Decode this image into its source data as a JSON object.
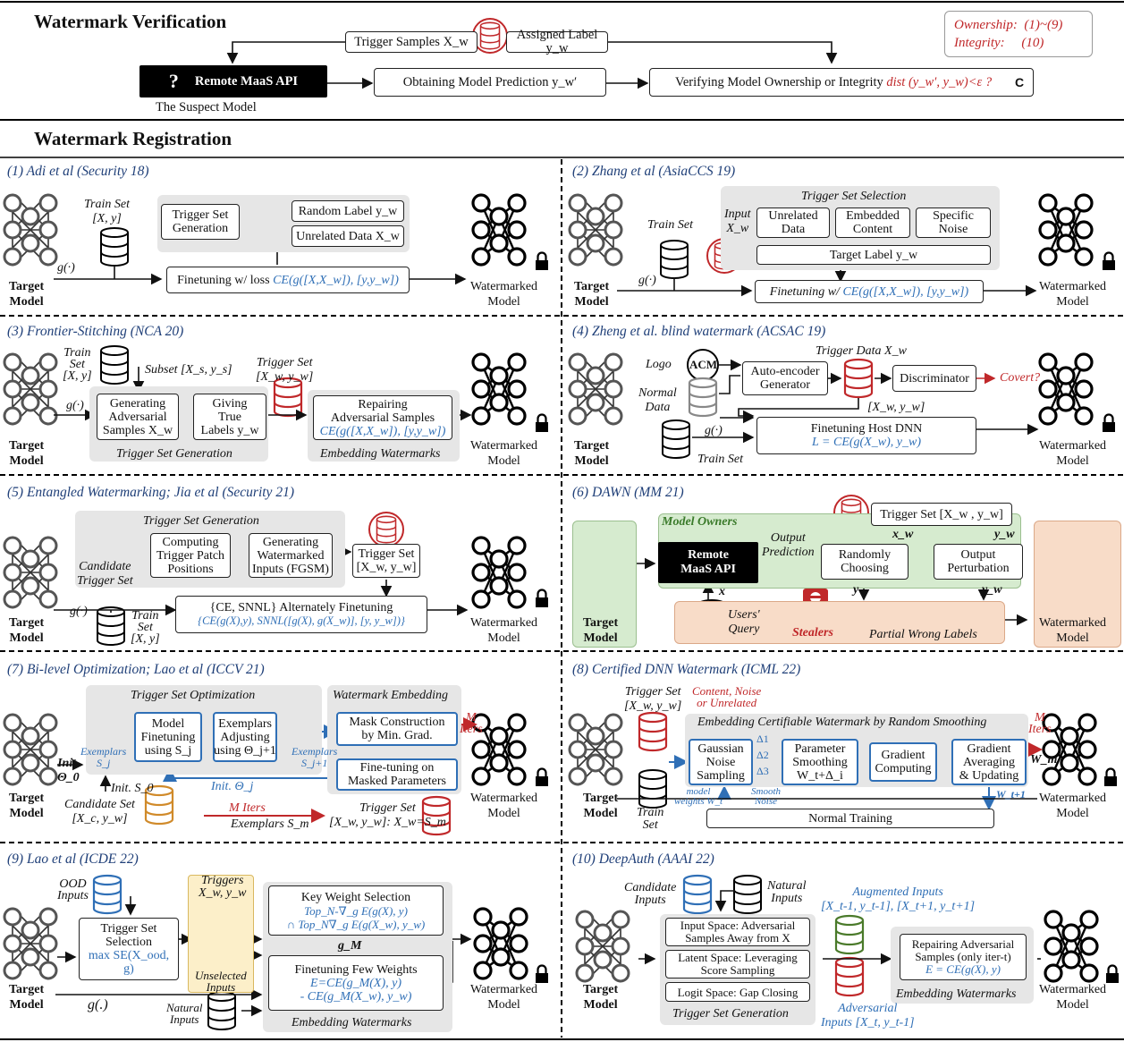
{
  "verification": {
    "title": "Watermark Verification",
    "trigger_samples": "Trigger Samples X_w",
    "assigned_label": "Assigned Label y_w",
    "remote_api": "Remote MaaS API",
    "question": "?",
    "suspect": "The Suspect Model",
    "obtaining": "Obtaining Model Prediction y_w′",
    "verifying": "Verifying Model Ownership or Integrity",
    "verifying_formula": "dist (y_w′, y_w)<ε ?",
    "c_badge": "C",
    "ownership": "Ownership:  (1)~(9)",
    "integrity": "Integrity:     (10)"
  },
  "registration_title": "Watermark Registration",
  "common": {
    "target_model": "Target\nModel",
    "watermarked_model": "Watermarked\nModel",
    "g": "g(·)"
  },
  "p1": {
    "title": "(1) Adi et al (Security 18)",
    "train_set": "Train Set\n[X, y]",
    "generation": "Trigger Set\nGeneration",
    "random_label": "Random Label y_w",
    "unrelated": "Unrelated Data X_w",
    "finetune": "Finetuning w/ loss",
    "loss": "CE(g([X,X_w]), [y,y_w])"
  },
  "p2": {
    "title": "(2) Zhang et al (AsiaCCS 19)",
    "selection": "Trigger Set Selection",
    "input": "Input\nX_w",
    "unrelated": "Unrelated\nData",
    "embedded": "Embedded\nContent",
    "noise": "Specific\nNoise",
    "target_label": "Target Label y_w",
    "train_set": "Train Set",
    "finetune": "Finetuning w/",
    "loss": "CE(g([X,X_w]), [y,y_w])"
  },
  "p3": {
    "title": "(3) Frontier-Stitching (NCA 20)",
    "train_set": "Train\nSet\n[X, y]",
    "subset": "Subset [X_s, y_s]",
    "gen_adv": "Generating\nAdversarial\nSamples X_w",
    "giving": "Giving\nTrue\nLabels y_w",
    "trigger_set": "Trigger Set\n[X_w, y_w]",
    "repairing": "Repairing\nAdversarial Samples",
    "loss": "CE(g([X,X_w]), [y,y_w])",
    "tsg": "Trigger Set Generation",
    "ew": "Embedding Watermarks"
  },
  "p4": {
    "title": "(4) Zheng et al. blind watermark (ACSAC 19)",
    "logo": "Logo",
    "acm": "ACM",
    "normal": "Normal\nData",
    "autoenc": "Auto-encoder\nGenerator",
    "trigger_data": "Trigger Data X_w",
    "discriminator": "Discriminator",
    "covert": "Covert?",
    "xy": "[X_w, y_w]",
    "finetune": "Finetuning Host DNN",
    "loss": "L = CE(g(X_w), y_w)",
    "train_set": "Train Set"
  },
  "p5": {
    "title": "(5) Entangled Watermarking; Jia et al (Security 21)",
    "tsg": "Trigger Set Generation",
    "candidate": "Candidate\nTrigger Set",
    "computing": "Computing\nTrigger Patch\nPositions",
    "generating": "Generating\nWatermarked\nInputs (FGSM)",
    "trigger_set": "Trigger Set\n[X_w, y_w]",
    "alt": "{CE, SNNL}  Alternately Finetuning",
    "loss": "{CE(g(X),y), SNNL([g(X), g(X_w)], [y, y_w])}",
    "train_set": "Train\nSet\n[X, y]"
  },
  "p6": {
    "title": "(6) DAWN (MM 21)",
    "owners": "Model Owners",
    "api": "Remote\nMaaS API",
    "output_pred": "Output\nPrediction",
    "randomly": "Randomly\nChoosing",
    "perturb": "Output\nPerturbation",
    "trigger_set": "Trigger Set [X_w , y_w]",
    "users": "Users'\nQuery",
    "stealers": "Stealers",
    "partial": "Partial Wrong Labels",
    "x": "x",
    "y": "y",
    "xw": "x_w",
    "yw": "y_w"
  },
  "p7": {
    "title": "(7) Bi-level Optimization; Lao et al (ICCV 21)",
    "tso": "Trigger Set Optimization",
    "we": "Watermark Embedding",
    "model_ft": "Model\nFinetuning\nusing S_j",
    "exemplars_adj": "Exemplars\nAdjusting\nusing Θ_j+1",
    "mask": "Mask Construction\nby Min. Grad.",
    "finetune": "Fine-tuning on\nMasked Parameters",
    "m_iters": "M\nIters",
    "exemplars_sj": "Exemplars\nS_j",
    "exemplars_sj1": "Exemplars\nS_j+1",
    "init_theta": "Init.\nΘ_0",
    "init_s": "Init. S_0",
    "init_theta_j": "Init. Θ_j",
    "candidate": "Candidate Set\n[X_c, y_w]",
    "m_iters2": "M Iters",
    "exemplars_sm": "Exemplars S_m",
    "trigger_set": "Trigger Set\n[X_w, y_w]: X_w=S_m"
  },
  "p8": {
    "title": "(8) Certified DNN Watermark (ICML 22)",
    "trigger_set": "Trigger Set\n[X_w, y_w]",
    "content": "Content, Noise\nor Unrelated",
    "embedding": "Embedding Certifiable Watermark by Random Smoothing",
    "gaussian": "Gaussian\nNoise\nSampling",
    "param": "Parameter\nSmoothing\nW_t+Δ_i",
    "gradient": "Gradient\nComputing",
    "averaging": "Gradient\nAveraging\n& Updating",
    "normal": "Normal Training",
    "train_set": "Train\nSet",
    "model_weights": "model\nweights W_t",
    "smooth": "Smooth\nNoise",
    "m_iters": "M\nIters",
    "wm": "W_m",
    "wt1": "W_t+1",
    "d1": "Δ1",
    "d2": "Δ2",
    "d3": "Δ3"
  },
  "p9": {
    "title": "(9) Lao et al (ICDE 22)",
    "ood": "OOD\nInputs",
    "selection": "Trigger Set\nSelection",
    "max": "max SE(X_ood, g)",
    "triggers": "Triggers\nX_w, y_w",
    "unselected": "Unselected\nInputs",
    "key": "Key Weight Selection",
    "key_f1": "Top_N-∇_g E(g(X), y)",
    "key_f2": "∩ Top_N∇_g E(g(X_w), y_w)",
    "gm": "g_M",
    "ftfew": "Finetuning Few Weights",
    "ftf1": "E=CE(g_M(X), y)",
    "ftf2": "- CE(g_M(X_w), y_w)",
    "natural": "Natural\nInputs",
    "ew": "Embedding Watermarks",
    "g": "g(.)"
  },
  "p10": {
    "title": "(10) DeepAuth (AAAI 22)",
    "candidate": "Candidate\nInputs",
    "natural": "Natural\nInputs",
    "input_space": "Input Space: Adversarial\nSamples Away from X",
    "latent": "Latent Space: Leveraging\nScore Sampling",
    "logit": "Logit Space: Gap Closing",
    "tsg": "Trigger Set Generation",
    "augmented": "Augmented Inputs\n[X_t-1, y_t-1], [X_t+1, y_t+1]",
    "adversarial": "Adversarial\nInputs [X_t, y_t-1]",
    "repairing": "Repairing Adversarial\nSamples (only iter-t)",
    "loss": "E = CE(g(X), y)",
    "ew": "Embedding Watermarks"
  },
  "colors": {
    "blue": "#2f6fb6",
    "red": "#c0282a",
    "title": "#1f3f78",
    "gray_panel": "#e6e6e6",
    "green_panel": "#d6ebcf",
    "peach_panel": "#f8dcc8",
    "yellow_panel": "#fcefc9"
  }
}
